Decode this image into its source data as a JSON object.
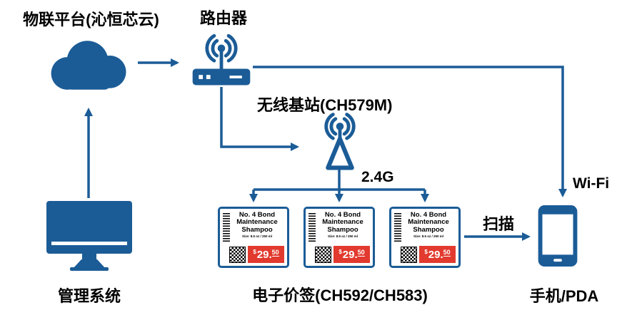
{
  "colors": {
    "blue": "#1b5c97",
    "red": "#e23a2e"
  },
  "labels": {
    "platform": "物联平台(沁恒芯云)",
    "router": "路由器",
    "basestation": "无线基站(CH579M)",
    "rf": "2.4G",
    "esl": "电子价签(CH592/CH583)",
    "scan": "扫描",
    "wifi": "Wi-Fi",
    "phone": "手机/PDA",
    "management": "管理系统"
  },
  "price_tag": {
    "title_line1": "No. 4 Bond",
    "title_line2": "Maintenance",
    "title_line3": "Shampoo",
    "size_text": "Size: 8.5 oz / 250 ml",
    "price_currency": "$",
    "price_int": "29.",
    "price_cents": "50"
  }
}
